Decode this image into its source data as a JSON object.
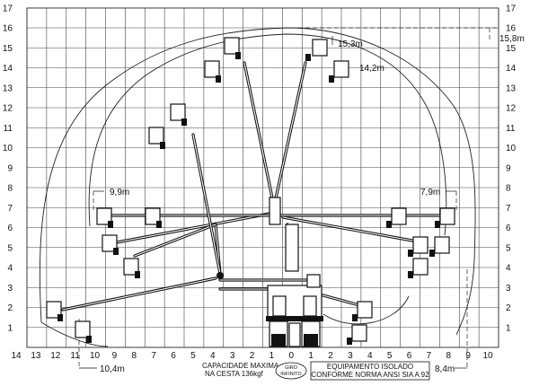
{
  "x_axis_ticks": [
    "14",
    "13",
    "12",
    "11",
    "10",
    "9",
    "8",
    "7",
    "6",
    "5",
    "4",
    "3",
    "2",
    "1",
    "0",
    "1",
    "2",
    "3",
    "4",
    "5",
    "6",
    "7",
    "8",
    "9",
    "10"
  ],
  "y_axis_ticks": [
    "1",
    "2",
    "3",
    "4",
    "5",
    "6",
    "7",
    "8",
    "9",
    "10",
    "11",
    "12",
    "13",
    "14",
    "15",
    "16",
    "17"
  ],
  "dimensions": {
    "height_max": "15,8m",
    "height_upper_1": "15,3m",
    "height_upper_2": "14,2m",
    "reach_left_mid": "9,9m",
    "reach_right_mid": "7,9m",
    "reach_left_max": "10,4m",
    "reach_right_max": "8,4m"
  },
  "notes": {
    "capacity_line1": "CAPACIDADE MAXIMA",
    "capacity_line2": "NA CESTA 136kgf",
    "rotation_line1": "GIRO",
    "rotation_line2": "INFINITO",
    "insulated_line1": "EQUIPAMENTO ISOLADO",
    "insulated_line2": "CONFORME NORMA ANSI SIA A 92"
  }
}
